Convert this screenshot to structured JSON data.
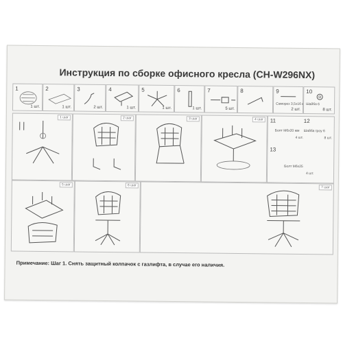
{
  "document": {
    "title": "Инструкция по сборке офисного кресла (CH-W296NX)",
    "parts": [
      {
        "num": "1",
        "qty": "1 шт."
      },
      {
        "num": "2",
        "qty": "1 шт."
      },
      {
        "num": "3",
        "qty": "2 шт."
      },
      {
        "num": "4",
        "qty": "1 шт."
      },
      {
        "num": "5",
        "qty": "1 шт."
      },
      {
        "num": "6",
        "qty": "1 шт."
      },
      {
        "num": "7",
        "qty": "5 шт."
      },
      {
        "num": "8",
        "qty": ""
      },
      {
        "num": "9",
        "qty": "2 шт.",
        "label": "Саморез 3,5х16 мм"
      },
      {
        "num": "10",
        "qty": "8 шт.",
        "label": "Шайба 6"
      },
      {
        "num": "11",
        "qty": "4 шт.",
        "label": "Болт М6х20 мм"
      },
      {
        "num": "12",
        "qty": "8 шт.",
        "label": "Шайба гроу 6"
      },
      {
        "num": "13",
        "qty": "4 шт.",
        "label": "Болт М6х25"
      }
    ],
    "step_tags": [
      "1 шаг",
      "2 шаг",
      "3 шаг",
      "4 шаг",
      "5 шаг",
      "6 шаг",
      "7 шаг"
    ],
    "note": "Примечание: Шаг 1. Снять защитный колпачок с газлифта, в случае его наличия."
  }
}
